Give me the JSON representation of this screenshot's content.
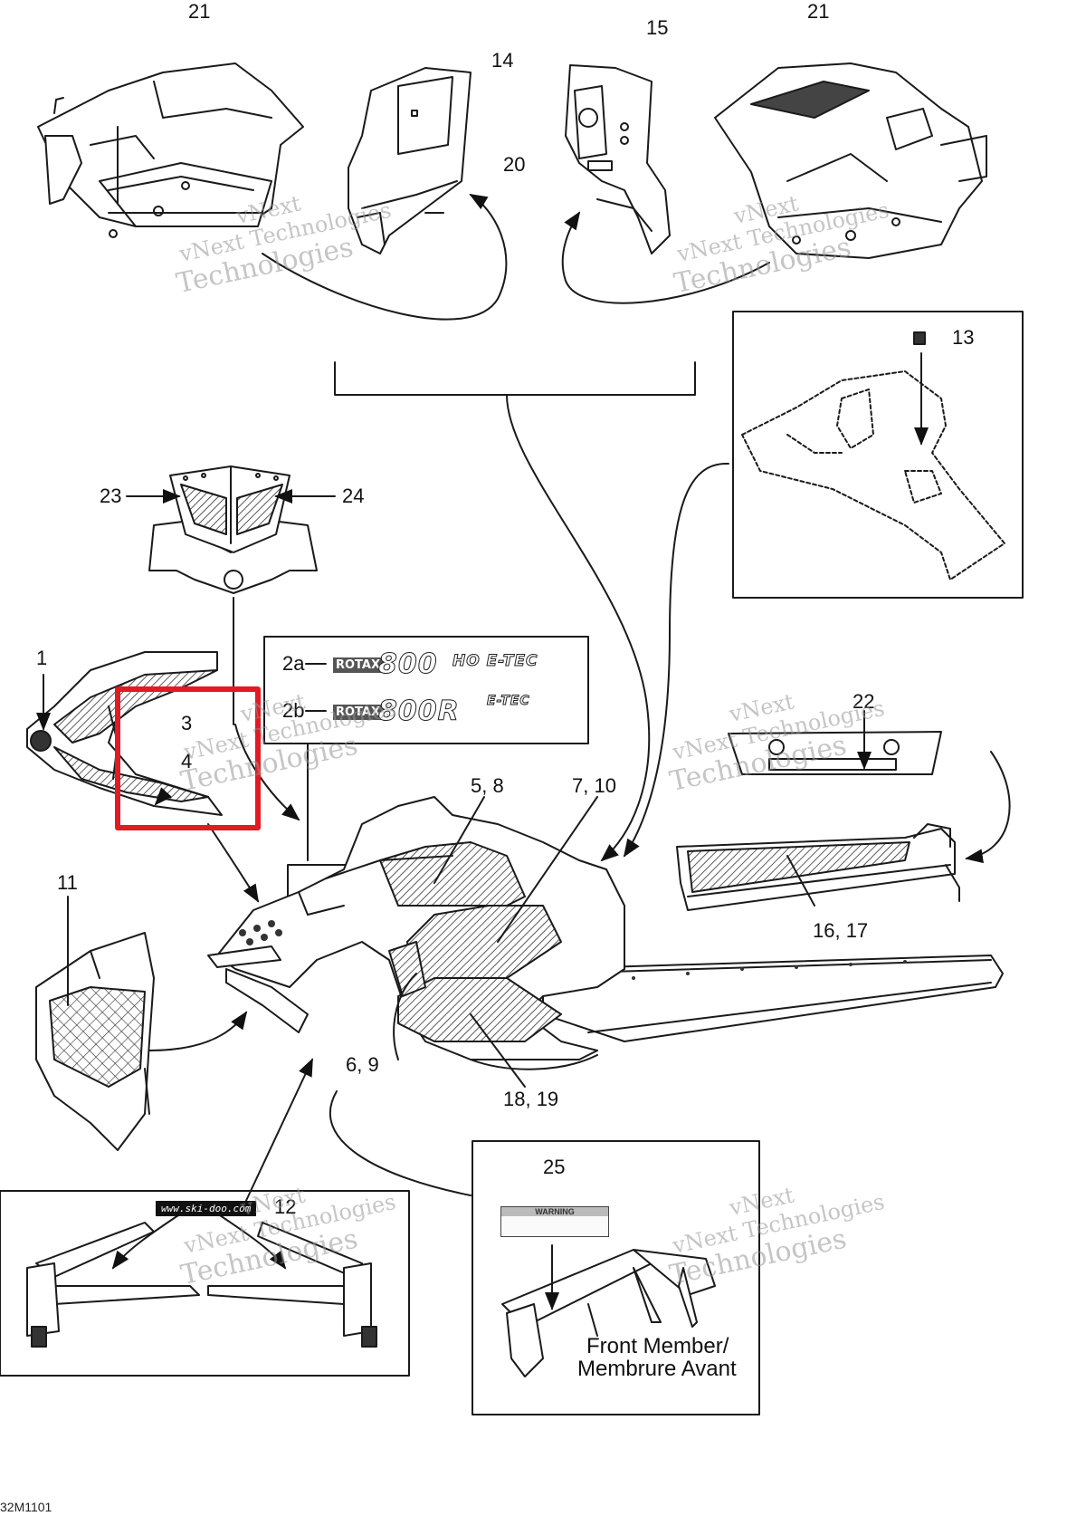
{
  "callouts": [
    {
      "id": "c21a",
      "text": "21"
    },
    {
      "id": "c14",
      "text": "14"
    },
    {
      "id": "c15",
      "text": "15"
    },
    {
      "id": "c21b",
      "text": "21"
    },
    {
      "id": "c20",
      "text": "20"
    },
    {
      "id": "c13",
      "text": "13"
    },
    {
      "id": "c23",
      "text": "23"
    },
    {
      "id": "c24",
      "text": "24"
    },
    {
      "id": "c1",
      "text": "1"
    },
    {
      "id": "c2a",
      "text": "2a"
    },
    {
      "id": "c2b",
      "text": "2b"
    },
    {
      "id": "c3",
      "text": "3"
    },
    {
      "id": "c4",
      "text": "4"
    },
    {
      "id": "c22",
      "text": "22"
    },
    {
      "id": "c58",
      "text": "5, 8"
    },
    {
      "id": "c710",
      "text": "7, 10"
    },
    {
      "id": "c11",
      "text": "11"
    },
    {
      "id": "c1617",
      "text": "16, 17"
    },
    {
      "id": "c69",
      "text": "6, 9"
    },
    {
      "id": "c1819",
      "text": "18, 19"
    },
    {
      "id": "c25",
      "text": "25"
    },
    {
      "id": "c12",
      "text": "12"
    }
  ],
  "decals": {
    "rotax_a": {
      "brand": "ROTAX",
      "model": "800",
      "suffix": "HO E-TEC"
    },
    "rotax_b": {
      "brand": "ROTAX",
      "model": "800R",
      "suffix": "E-TEC"
    },
    "url": "www.ski-doo.com",
    "warning_header": "WARNING"
  },
  "caption": {
    "line1": "Front Member/",
    "line2": "Membrure Avant"
  },
  "drawing_code": "32M1101",
  "watermark": {
    "line1": "vNext",
    "line2": "vNext Technologies",
    "line3": "Technologies"
  },
  "colors": {
    "highlight": "#e01b24",
    "line": "#1a1a1a",
    "watermark": "#9a9a9a"
  }
}
